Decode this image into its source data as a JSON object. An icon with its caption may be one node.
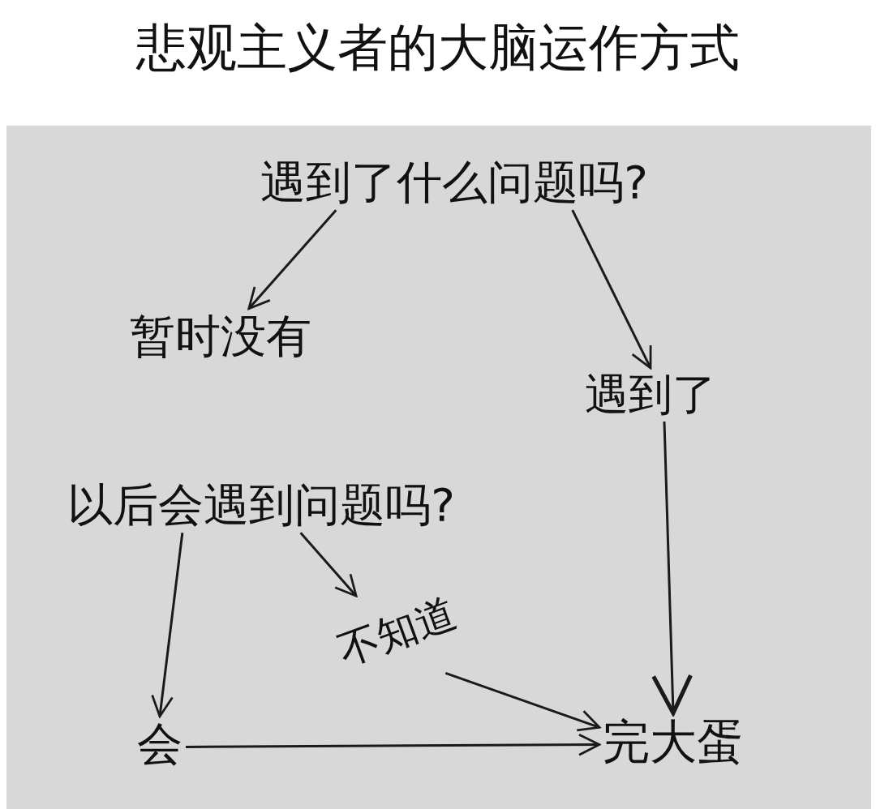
{
  "diagram": {
    "title": "悲观主义者的大脑运作方式",
    "nodes": [
      {
        "text": [
          "遇到了什么问题吗?"
        ]
      },
      {
        "text": [
          "暂时没有"
        ]
      },
      {
        "text": [
          "遇到了"
        ]
      },
      {
        "text": [
          "以后会遇到问题吗?"
        ]
      },
      {
        "text": [
          "不知道"
        ]
      },
      {
        "text": [
          "会"
        ]
      },
      {
        "text": [
          "完大蛋"
        ]
      }
    ],
    "edges": [
      {
        "from": 0,
        "to": 1,
        "arrow": "to"
      },
      {
        "from": 0,
        "to": 2,
        "arrow": "to"
      },
      {
        "from": 3,
        "to": 4,
        "arrow": "to"
      },
      {
        "from": 3,
        "to": 5,
        "arrow": "to"
      },
      {
        "from": 4,
        "to": 6,
        "arrow": "to"
      },
      {
        "from": 2,
        "to": 6,
        "arrow": "to"
      },
      {
        "from": 5,
        "to": 6,
        "arrow": "to"
      }
    ]
  }
}
